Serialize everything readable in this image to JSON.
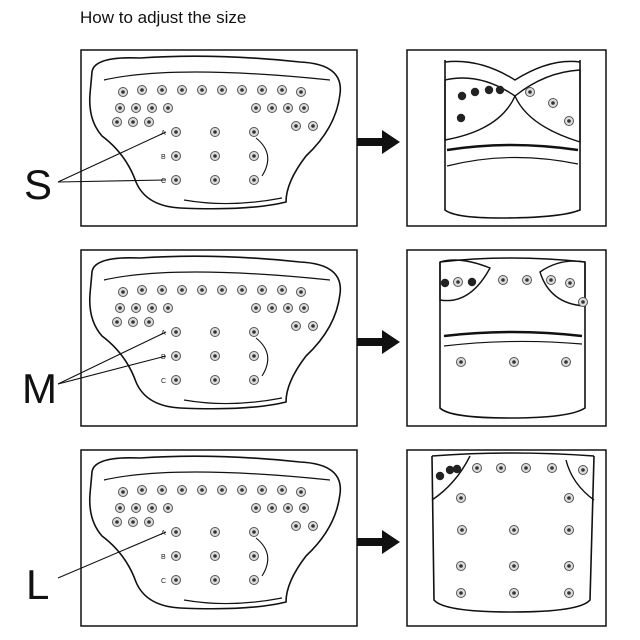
{
  "title": "How to adjust the size",
  "snap_labels": [
    "A",
    "B",
    "C"
  ],
  "panels": [
    {
      "size": "S"
    },
    {
      "size": "M"
    },
    {
      "size": "L"
    }
  ],
  "colors": {
    "line": "#111111",
    "snap_fill": "#dddddd",
    "snap_dark": "#222222",
    "background": "#ffffff"
  }
}
